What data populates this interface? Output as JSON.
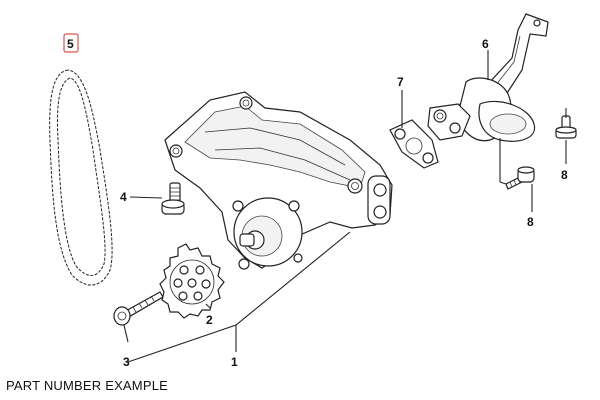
{
  "diagram": {
    "callouts": [
      {
        "id": "1",
        "label": "1"
      },
      {
        "id": "2",
        "label": "2"
      },
      {
        "id": "3",
        "label": "3"
      },
      {
        "id": "4",
        "label": "4"
      },
      {
        "id": "5",
        "label": "5",
        "highlighted": true
      },
      {
        "id": "6",
        "label": "6"
      },
      {
        "id": "7",
        "label": "7"
      },
      {
        "id": "8a",
        "label": "8"
      },
      {
        "id": "8b",
        "label": "8"
      }
    ],
    "caption": "PART NUMBER EXAMPLE",
    "highlight_color": "#d9534f"
  }
}
